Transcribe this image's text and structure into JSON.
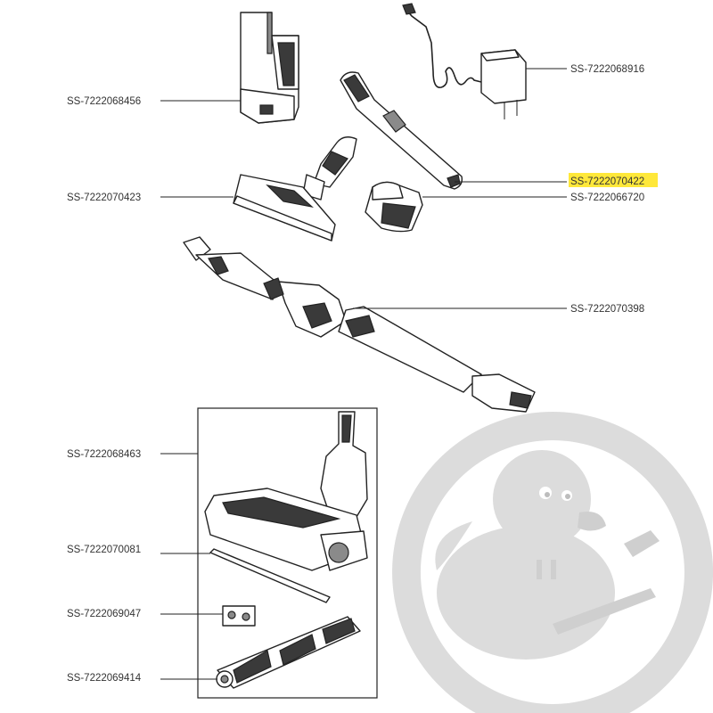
{
  "parts": [
    {
      "ref": "SS-7222068456",
      "item": "battery"
    },
    {
      "ref": "SS-7222068916",
      "item": "charger"
    },
    {
      "ref": "SS-7222070422",
      "item": "crevice-tool",
      "highlighted": true
    },
    {
      "ref": "SS-7222070423",
      "item": "mini-turbo-brush"
    },
    {
      "ref": "SS-7222066720",
      "item": "dusting-brush"
    },
    {
      "ref": "SS-7222070398",
      "item": "extension-tube"
    },
    {
      "ref": "SS-7222068463",
      "item": "floor-nozzle"
    },
    {
      "ref": "SS-7222070081",
      "item": "nozzle-strip"
    },
    {
      "ref": "SS-7222069047",
      "item": "screws"
    },
    {
      "ref": "SS-7222069414",
      "item": "brush-roll"
    }
  ],
  "colors": {
    "highlight": "#ffe83a",
    "line": "#222222",
    "watermark": "#dcdcdc"
  }
}
